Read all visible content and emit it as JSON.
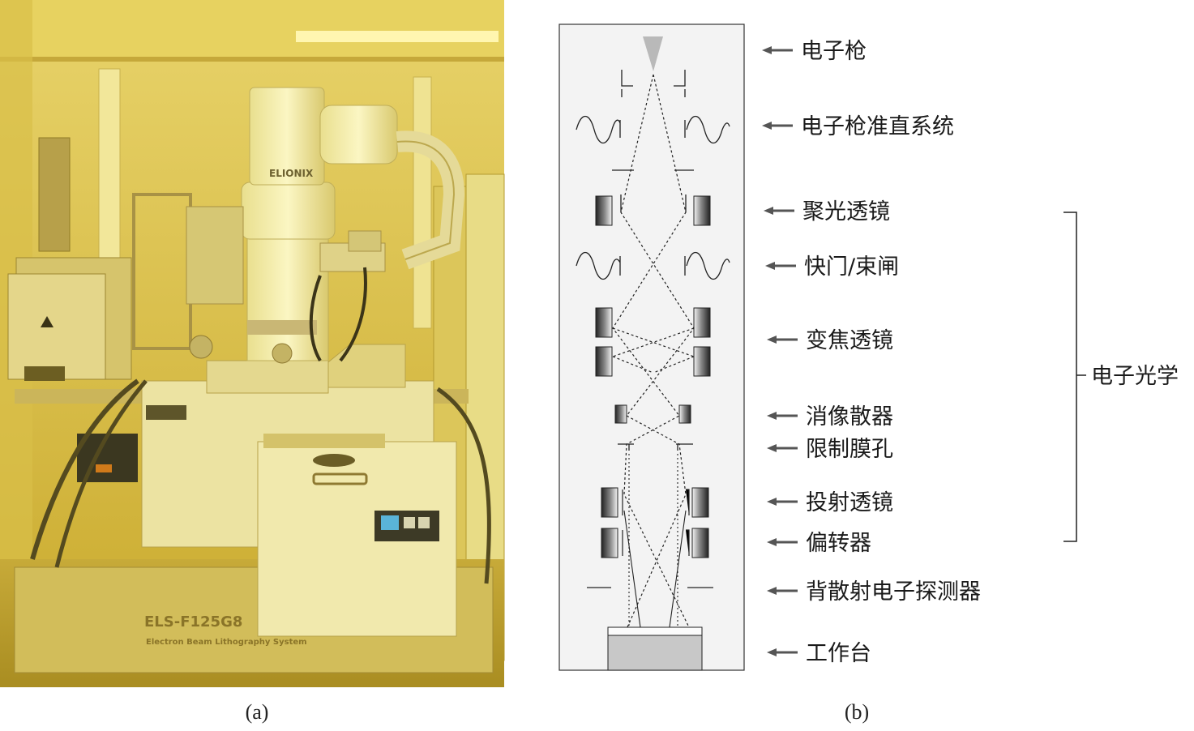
{
  "panel_a": {
    "caption": "(a)",
    "brand_logo": "ELIONIX",
    "model_text": "ELS-F125G8",
    "model_subtitle": "Electron Beam Lithography System"
  },
  "panel_b": {
    "caption": "(b)",
    "labels": [
      "电子枪",
      "电子枪准直系统",
      "聚光透镜",
      "快门/束闸",
      "变焦透镜",
      "消像散器",
      "限制膜孔",
      "投射透镜",
      "偏转器",
      "背散射电子探测器",
      "工作台"
    ],
    "bracket_label": "电子光学"
  },
  "colors": {
    "photo_tint": "#d6b93a",
    "diagram_bg": "#f3f3f3",
    "stage": "#c8c8c8",
    "arrow": "#555555"
  }
}
